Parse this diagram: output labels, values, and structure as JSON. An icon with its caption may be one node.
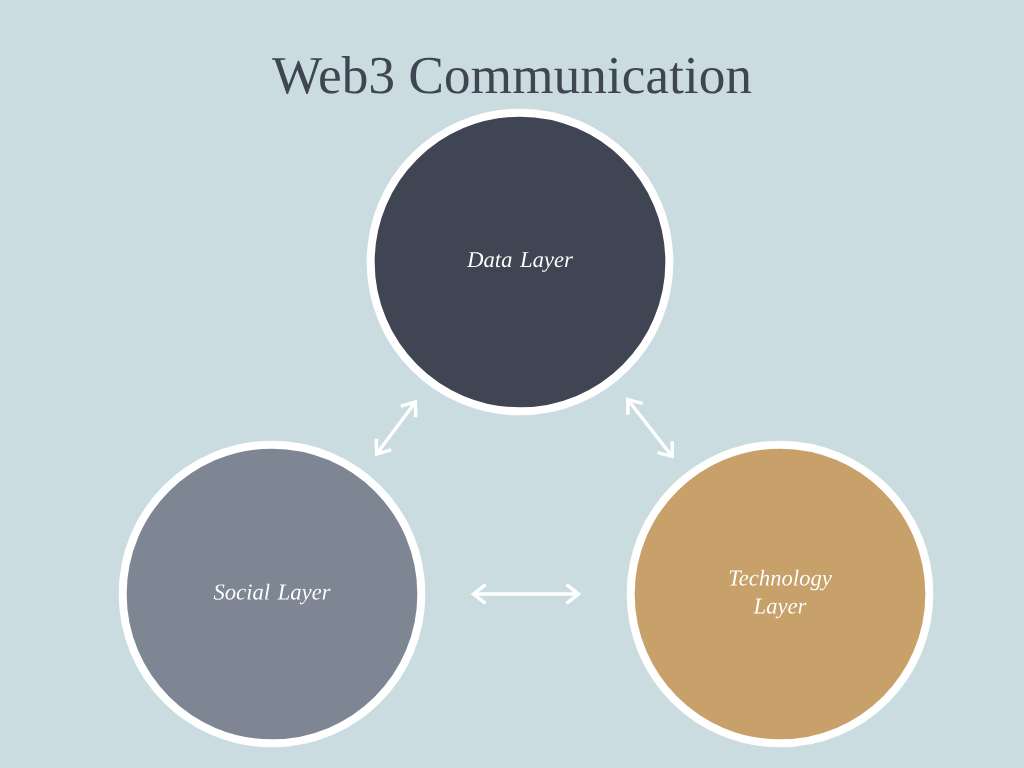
{
  "diagram": {
    "title": "Web3 Communication",
    "nodes": [
      {
        "text": [
          "Data Layer"
        ]
      },
      {
        "text": [
          "Social Layer"
        ]
      },
      {
        "text": [
          "Technology Layer"
        ]
      }
    ],
    "edges": [
      {
        "from": 0,
        "to": 1,
        "arrow": "both"
      },
      {
        "from": 0,
        "to": 2,
        "arrow": "both"
      },
      {
        "from": 1,
        "to": 2,
        "arrow": "both"
      }
    ]
  }
}
